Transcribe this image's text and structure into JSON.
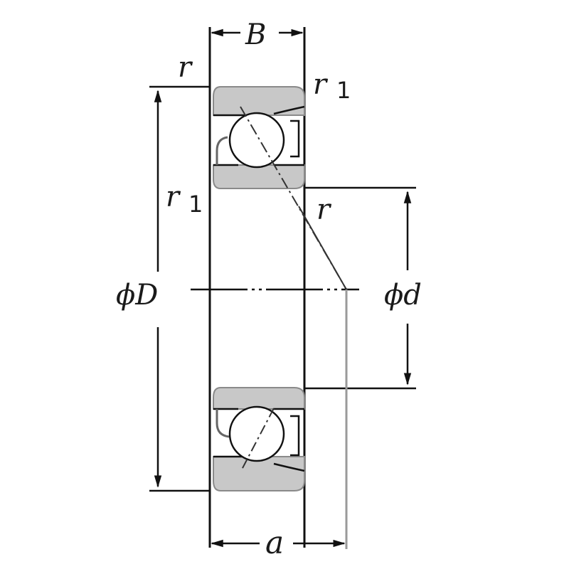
{
  "diagram": {
    "title": "Angular contact ball bearing dimension drawing",
    "labels": {
      "width": "B",
      "outer_diameter": "ϕD",
      "bore_diameter": "ϕd",
      "load_center_distance": "a",
      "chamfer_r_top_left": "r",
      "chamfer_r1_top_right": "r",
      "chamfer_r1_top_right_sub": "1",
      "chamfer_r1_left": "r",
      "chamfer_r1_left_sub": "1",
      "chamfer_r_right": "r"
    },
    "colors": {
      "line": "#111111",
      "ring_fill": "#c8c8c8",
      "ring_stroke": "#8a8a8a",
      "projection_line": "#9a9a9a",
      "background": "#ffffff"
    }
  }
}
